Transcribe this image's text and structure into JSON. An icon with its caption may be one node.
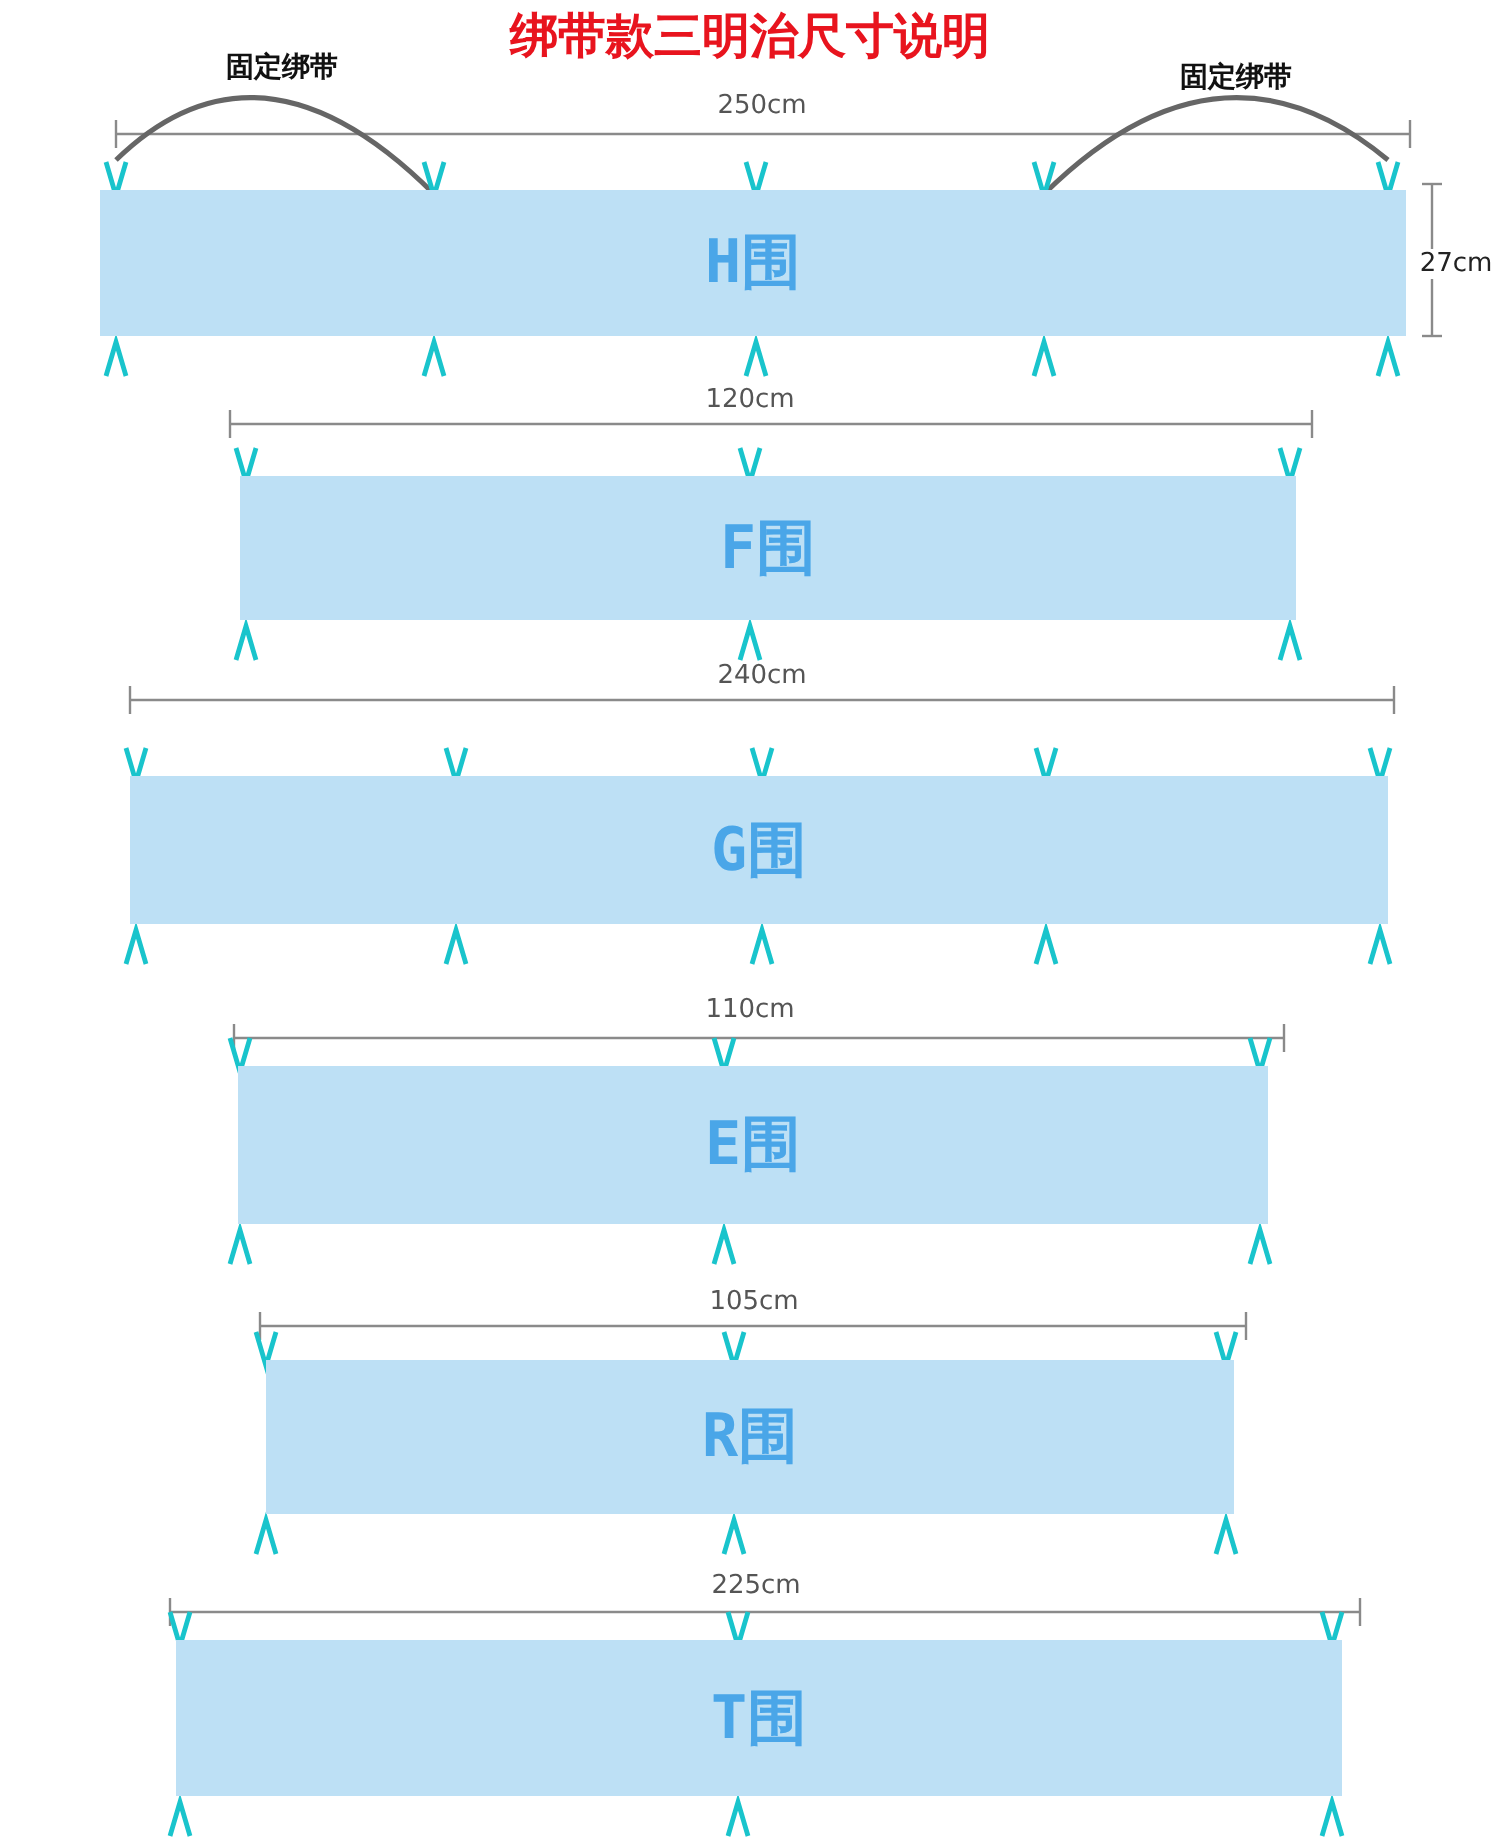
{
  "diagram": {
    "title": "绑带款三明治尺寸说明",
    "nodes": [
      {
        "text": [
          "H围"
        ]
      },
      {
        "text": [
          "F围"
        ]
      },
      {
        "text": [
          "G围"
        ]
      },
      {
        "text": [
          "E围"
        ]
      },
      {
        "text": [
          "R围"
        ]
      },
      {
        "text": [
          "T围"
        ]
      }
    ],
    "labels": [
      "固定绑带",
      "固定绑带",
      "250cm",
      "27cm",
      "120cm",
      "240cm",
      "110cm",
      "105cm",
      "225cm"
    ]
  }
}
